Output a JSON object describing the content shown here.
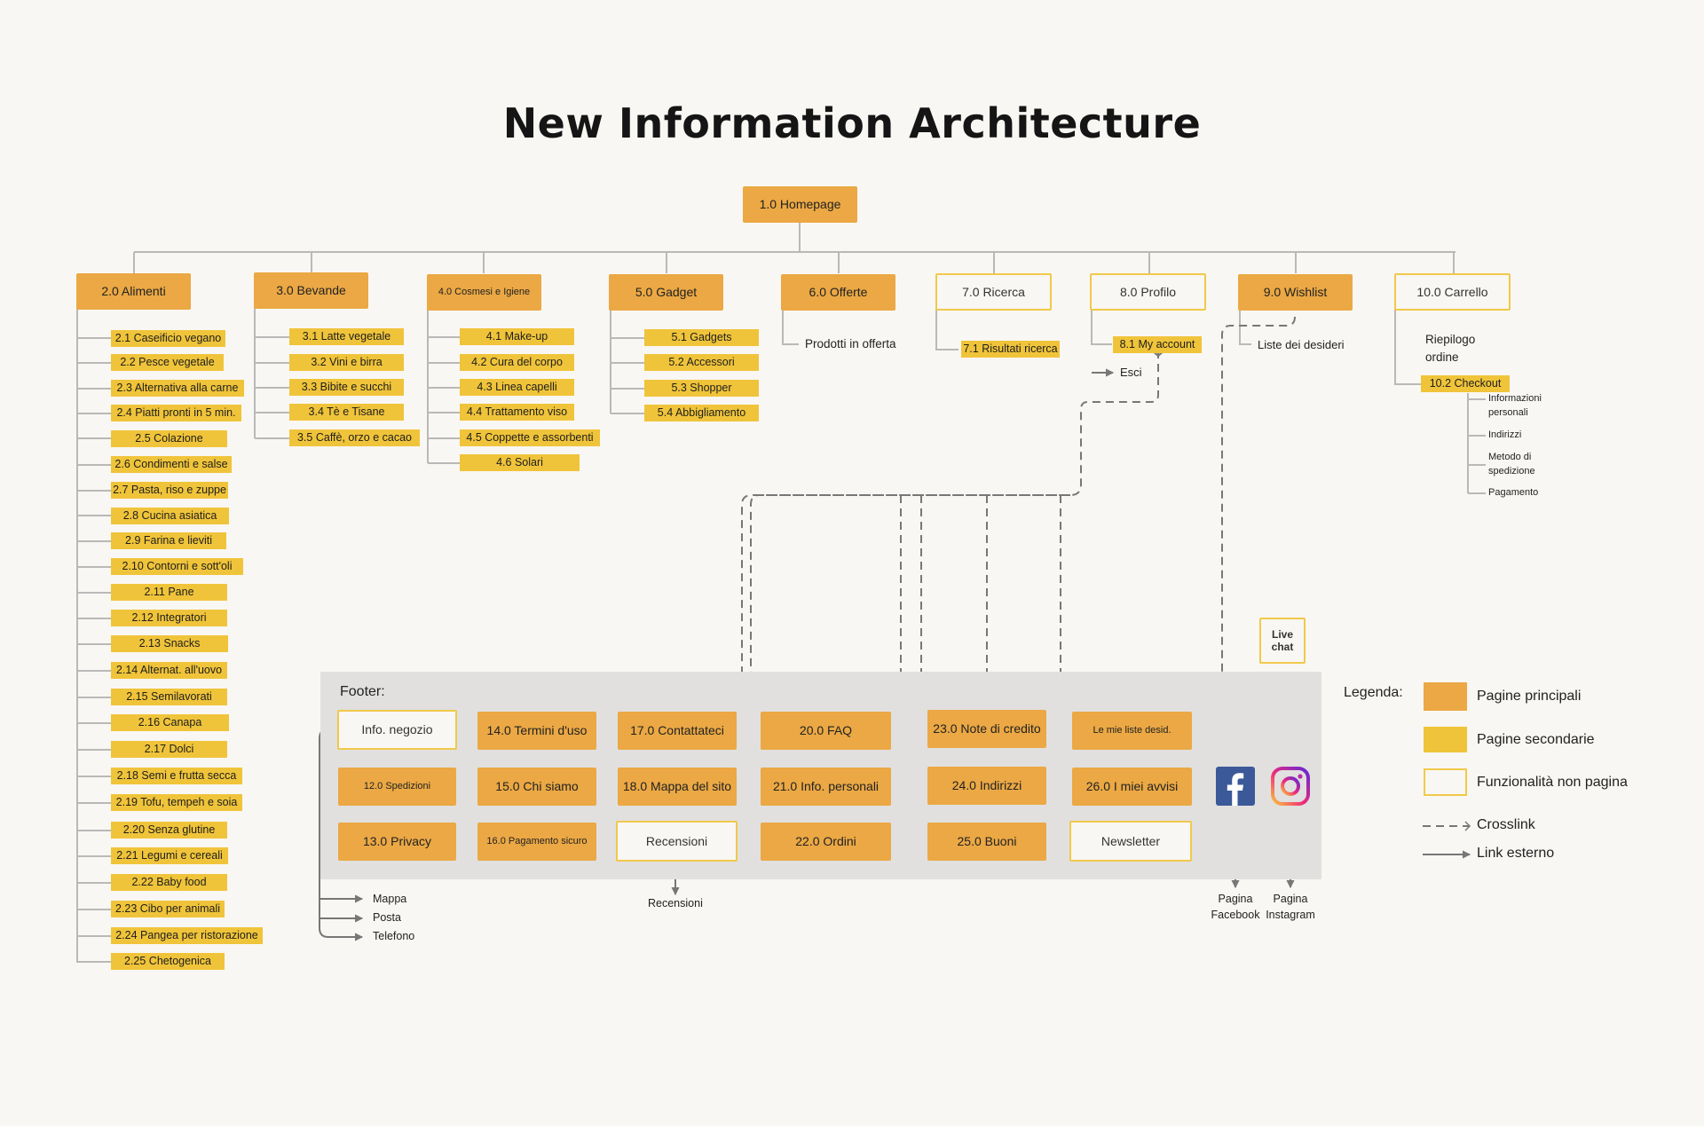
{
  "title": "New Information Architecture",
  "home": "1.0 Homepage",
  "sections": {
    "alimenti": {
      "label": "2.0 Alimenti",
      "children": [
        "2.1 Caseificio vegano",
        "2.2 Pesce vegetale",
        "2.3 Alternativa alla carne",
        "2.4 Piatti pronti in 5 min.",
        "2.5 Colazione",
        "2.6 Condimenti e salse",
        "2.7 Pasta, riso e zuppe",
        "2.8 Cucina asiatica",
        "2.9 Farina e lieviti",
        "2.10 Contorni e sott'oli",
        "2.11 Pane",
        "2.12 Integratori",
        "2.13 Snacks",
        "2.14 Alternat. all'uovo",
        "2.15 Semilavorati",
        "2.16 Canapa",
        "2.17 Dolci",
        "2.18 Semi e frutta secca",
        "2.19 Tofu, tempeh e soia",
        "2.20 Senza glutine",
        "2.21 Legumi e cereali",
        "2.22 Baby food",
        "2.23 Cibo per animali",
        "2.24 Pangea per ristorazione",
        "2.25 Chetogenica"
      ]
    },
    "bevande": {
      "label": "3.0 Bevande",
      "children": [
        "3.1 Latte vegetale",
        "3.2 Vini e birra",
        "3.3 Bibite e succhi",
        "3.4 Tè e Tisane",
        "3.5 Caffè, orzo e cacao"
      ]
    },
    "cosmesi": {
      "label": "4.0 Cosmesi e Igiene",
      "children": [
        "4.1 Make-up",
        "4.2 Cura del corpo",
        "4.3 Linea capelli",
        "4.4 Trattamento viso",
        "4.5 Coppette e assorbenti",
        "4.6 Solari"
      ]
    },
    "gadget": {
      "label": "5.0 Gadget",
      "children": [
        "5.1 Gadgets",
        "5.2 Accessori",
        "5.3 Shopper",
        "5.4 Abbigliamento"
      ]
    },
    "offerte": {
      "label": "6.0 Offerte",
      "child": "Prodotti in offerta"
    },
    "ricerca": {
      "label": "7.0 Ricerca",
      "child": "7.1 Risultati ricerca"
    },
    "profilo": {
      "label": "8.0 Profilo",
      "child": "8.1 My account",
      "exit": "Esci"
    },
    "wishlist": {
      "label": "9.0 Wishlist",
      "child": "Liste dei desideri"
    },
    "carrello": {
      "label": "10.0 Carrello",
      "riepilogo": "Riepilogo ordine",
      "checkout": "10.2 Checkout",
      "checkout_items": [
        "Informazioni personali",
        "Indirizzi",
        "Metodo di spedizione",
        "Pagamento"
      ]
    }
  },
  "footer": {
    "label": "Footer:",
    "info_negozio": "Info. negozio",
    "spedizioni": "12.0 Spedizioni",
    "privacy": "13.0 Privacy",
    "termini": "14.0 Termini d'uso",
    "chi_siamo": "15.0 Chi siamo",
    "pagamento": "16.0 Pagamento sicuro",
    "contattateci": "17.0 Contattateci",
    "mappa_sito": "18.0 Mappa del sito",
    "recensioni": "Recensioni",
    "faq": "20.0 FAQ",
    "info_personali": "21.0  Info. personali",
    "ordini": "22.0 Ordini",
    "note_credito": "23.0 Note di credito",
    "indirizzi": "24.0 Indirizzi",
    "buoni": "25.0 Buoni",
    "liste_desid": "Le mie liste desid.",
    "avvisi": "26.0 I miei avvisi",
    "newsletter": "Newsletter",
    "live_chat": "Live chat",
    "info_links": [
      "Mappa",
      "Posta",
      "Telefono"
    ],
    "recensioni_link": "Recensioni",
    "facebook_link": "Pagina Facebook",
    "instagram_link": "Pagina Instagram"
  },
  "legend": {
    "label": "Legenda:",
    "main": "Pagine principali",
    "secondary": "Pagine secondarie",
    "function": "Funzionalità non pagina",
    "crosslink": "Crosslink",
    "external": "Link esterno"
  },
  "colors": {
    "main": "#eba844",
    "secondary": "#f0c43a",
    "function_border": "#f1c94a",
    "lines": "#b9b9b9",
    "dashed": "#777777",
    "facebook": "#3b5998",
    "footer_bg": "#e1e0df"
  }
}
